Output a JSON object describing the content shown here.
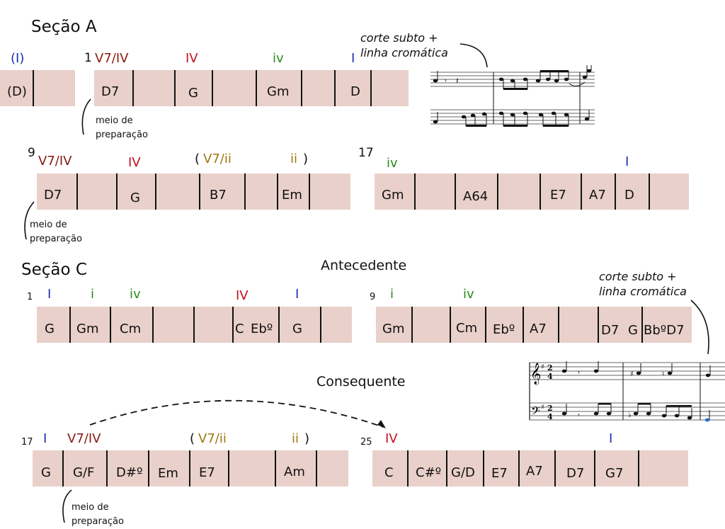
{
  "sections": {
    "a_title": "Seção A",
    "c_title": "Seção C",
    "antecedente": "Antecedente",
    "consequente": "Consequente"
  },
  "annotations": {
    "corte_line1": "corte subto +",
    "corte_line2": "linha cromática",
    "meio_line1": "meio de",
    "meio_line2": "preparação"
  },
  "measure_numbers": {
    "a1": "1",
    "a9": "9",
    "a17": "17",
    "c1": "1",
    "c9": "9",
    "c17": "17",
    "c25": "25"
  },
  "secA": {
    "row0": {
      "roman": [
        "(I)"
      ],
      "chords": [
        "(D)"
      ]
    },
    "row1": {
      "roman": [
        "V7/IV",
        "IV",
        "iv",
        "I"
      ],
      "chords": [
        "D7",
        "G",
        "Gm",
        "D"
      ]
    },
    "row2": {
      "roman": [
        "V7/IV",
        "IV",
        "(",
        "V7/ii",
        "ii",
        ")"
      ],
      "chords": [
        "D7",
        "G",
        "B7",
        "Em"
      ]
    },
    "row3": {
      "roman": [
        "iv",
        "I"
      ],
      "chords": [
        "Gm",
        "A64",
        "E7",
        "A7",
        "D"
      ]
    }
  },
  "secC": {
    "row1": {
      "roman": [
        "I",
        "i",
        "iv",
        "IV",
        "I"
      ],
      "chords": [
        "G",
        "Gm",
        "Cm",
        "C",
        "Ebº",
        "G"
      ]
    },
    "row2": {
      "roman": [
        "i",
        "iv"
      ],
      "chords": [
        "Gm",
        "Cm",
        "Ebº",
        "A7",
        "D7",
        "G",
        "BbºD7"
      ]
    },
    "row3": {
      "roman": [
        "I",
        "V7/IV",
        "(",
        "V7/ii",
        "ii",
        ")"
      ],
      "chords": [
        "G",
        "G/F",
        "D#º",
        "Em",
        "E7",
        "Am"
      ]
    },
    "row4": {
      "roman": [
        "IV",
        "I"
      ],
      "chords": [
        "C",
        "C#º",
        "G/D",
        "E7",
        "A7",
        "D7",
        "G7"
      ]
    }
  },
  "score": {
    "time_sig_top": "2",
    "time_sig_bottom": "4"
  },
  "colors": {
    "bar_fill": "#e9d0ca",
    "tonic_blue": "#1a2fb8",
    "subdominant_red": "#c0121f",
    "minor_green": "#2a8a1e",
    "secondary_brown": "#8a1a12",
    "ii_olive": "#a07810"
  }
}
